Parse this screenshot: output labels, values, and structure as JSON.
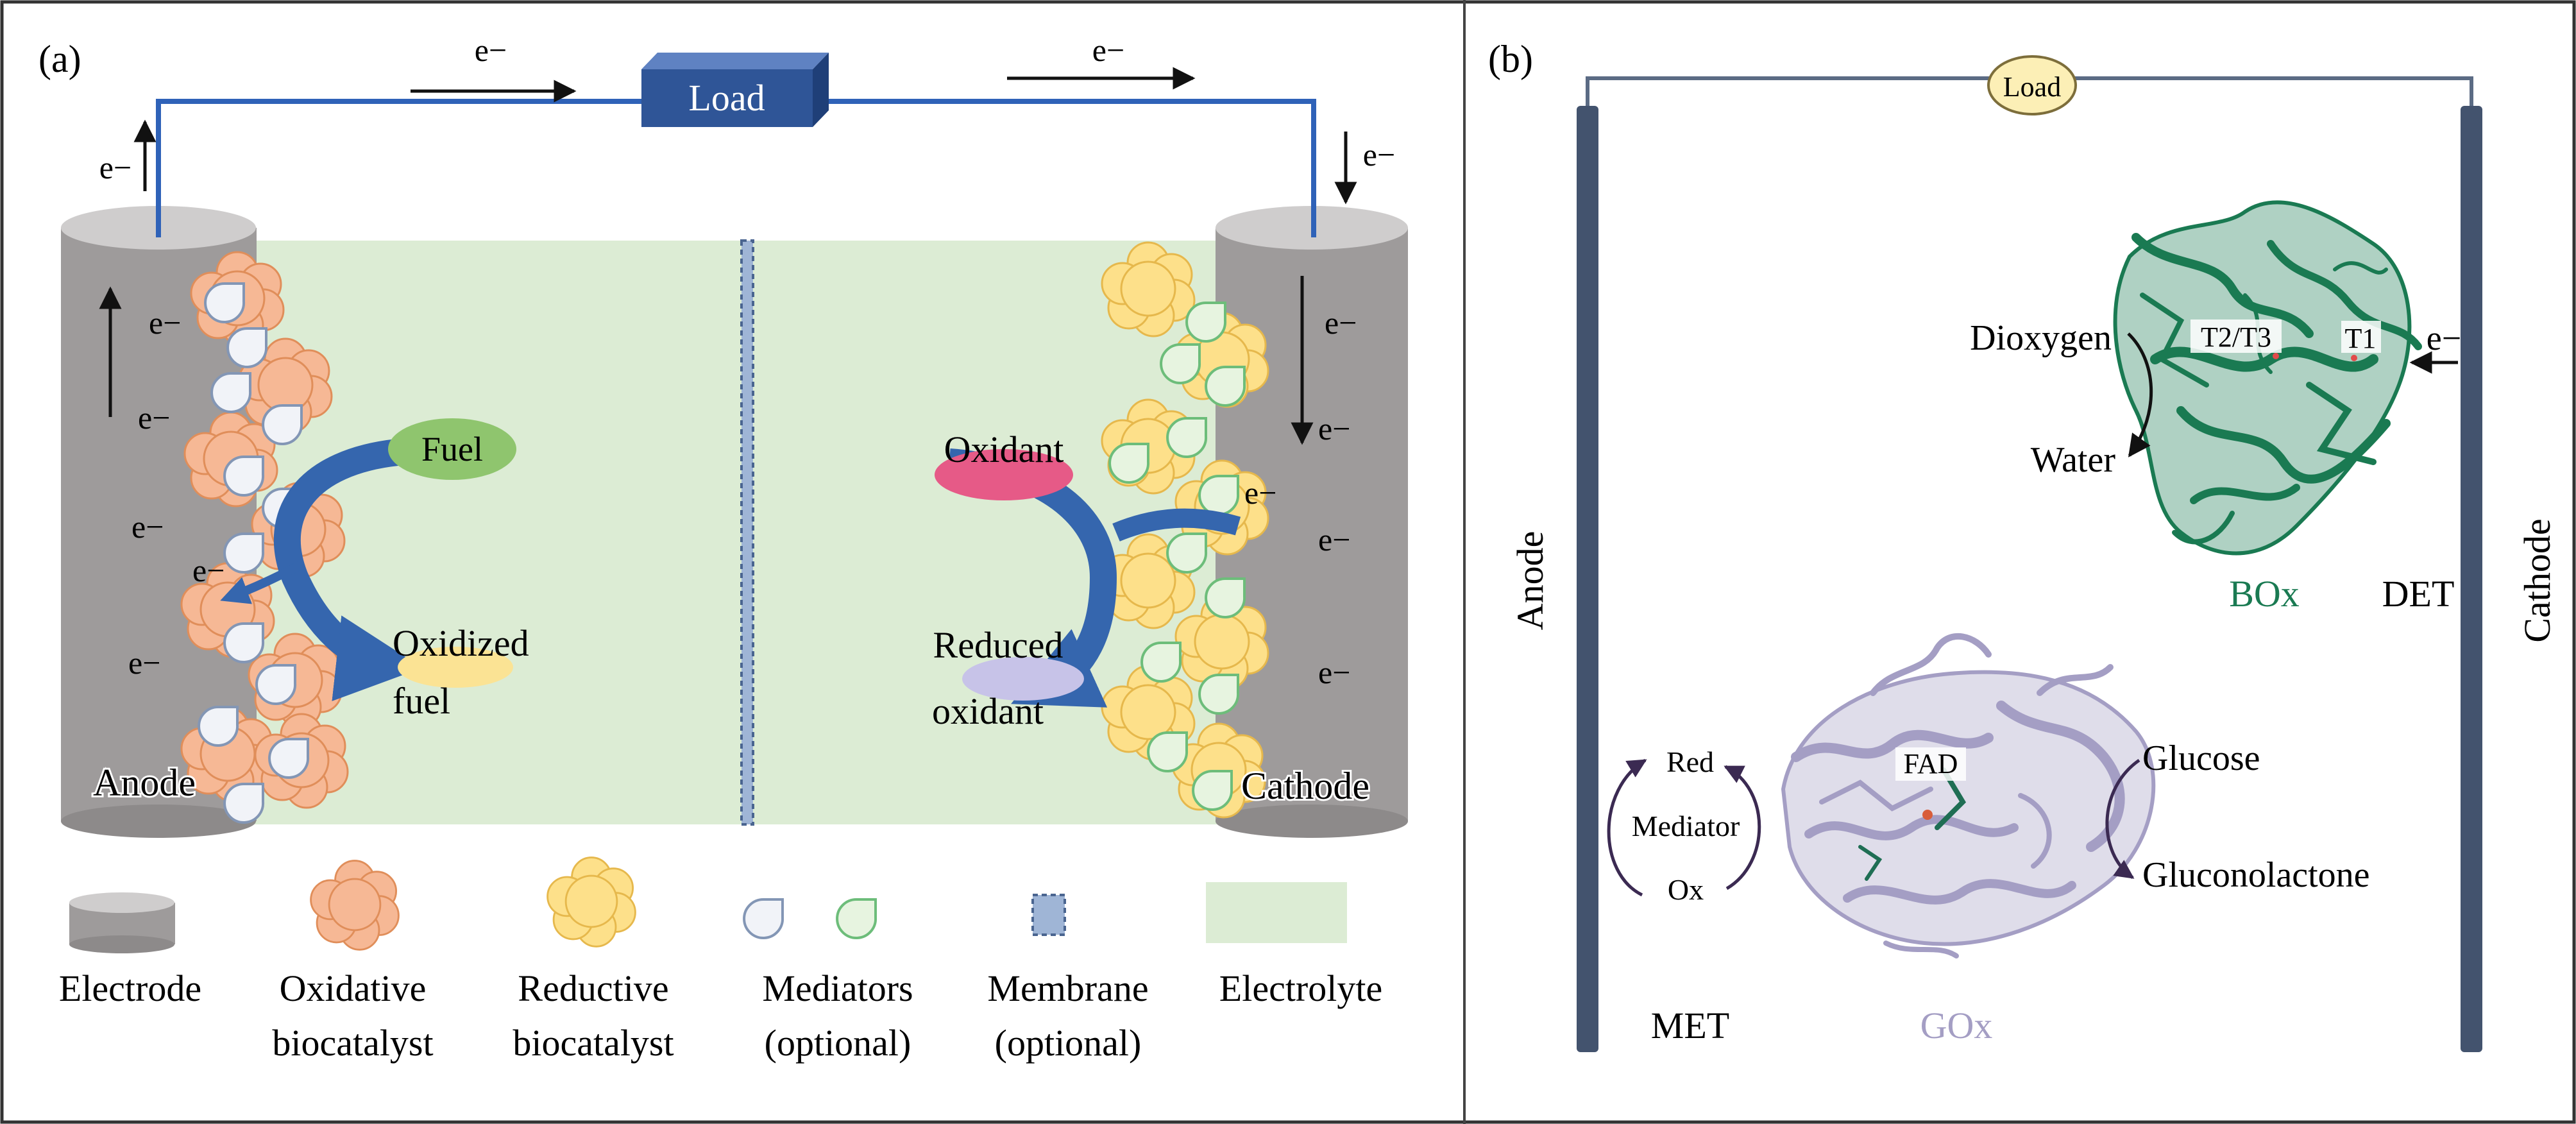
{
  "panel_a": {
    "label": "(a)",
    "load": "Load",
    "electron": "e−",
    "fuel": "Fuel",
    "oxidized_fuel": [
      "Oxidized",
      "fuel"
    ],
    "oxidant": "Oxidant",
    "reduced_oxidant": [
      "Reduced",
      "oxidant"
    ],
    "anode": "Anode",
    "cathode": "Cathode",
    "legend": [
      {
        "line1": "Electrode",
        "line2": ""
      },
      {
        "line1": "Oxidative",
        "line2": "biocatalyst"
      },
      {
        "line1": "Reductive",
        "line2": "biocatalyst"
      },
      {
        "line1": "Mediators",
        "line2": "(optional)"
      },
      {
        "line1": "Membrane",
        "line2": "(optional)"
      },
      {
        "line1": "Electrolyte",
        "line2": ""
      }
    ]
  },
  "panel_b": {
    "label": "(b)",
    "load": "Load",
    "anode": "Anode",
    "cathode": "Cathode",
    "electron": "e−",
    "dioxygen": "Dioxygen",
    "water": "Water",
    "t2t3": "T2/T3",
    "t1": "T1",
    "box": "BOx",
    "det": "DET",
    "red": "Red",
    "mediator": "Mediator",
    "ox": "Ox",
    "fad": "FAD",
    "glucose": "Glucose",
    "gluconolactone": "Gluconolactone",
    "met": "MET",
    "gox": "GOx"
  },
  "colors": {
    "wire_blue": "#2f62b8",
    "load_blue": "#2f5597",
    "electrode_gray": "#9e9b9b",
    "electrolyte_green": "#dcecd4",
    "oxidative_orange": "#f6b895",
    "reductive_yellow": "#fde08a",
    "arrow_blue": "#3566ae",
    "fuel_green": "#8fc56e",
    "oxidant_pink": "#e65a87",
    "electrode_b": "#43536e",
    "box_green": "#1a7a52",
    "gox_purple": "#a49ec4",
    "load_b_fill": "#fcefb6"
  }
}
